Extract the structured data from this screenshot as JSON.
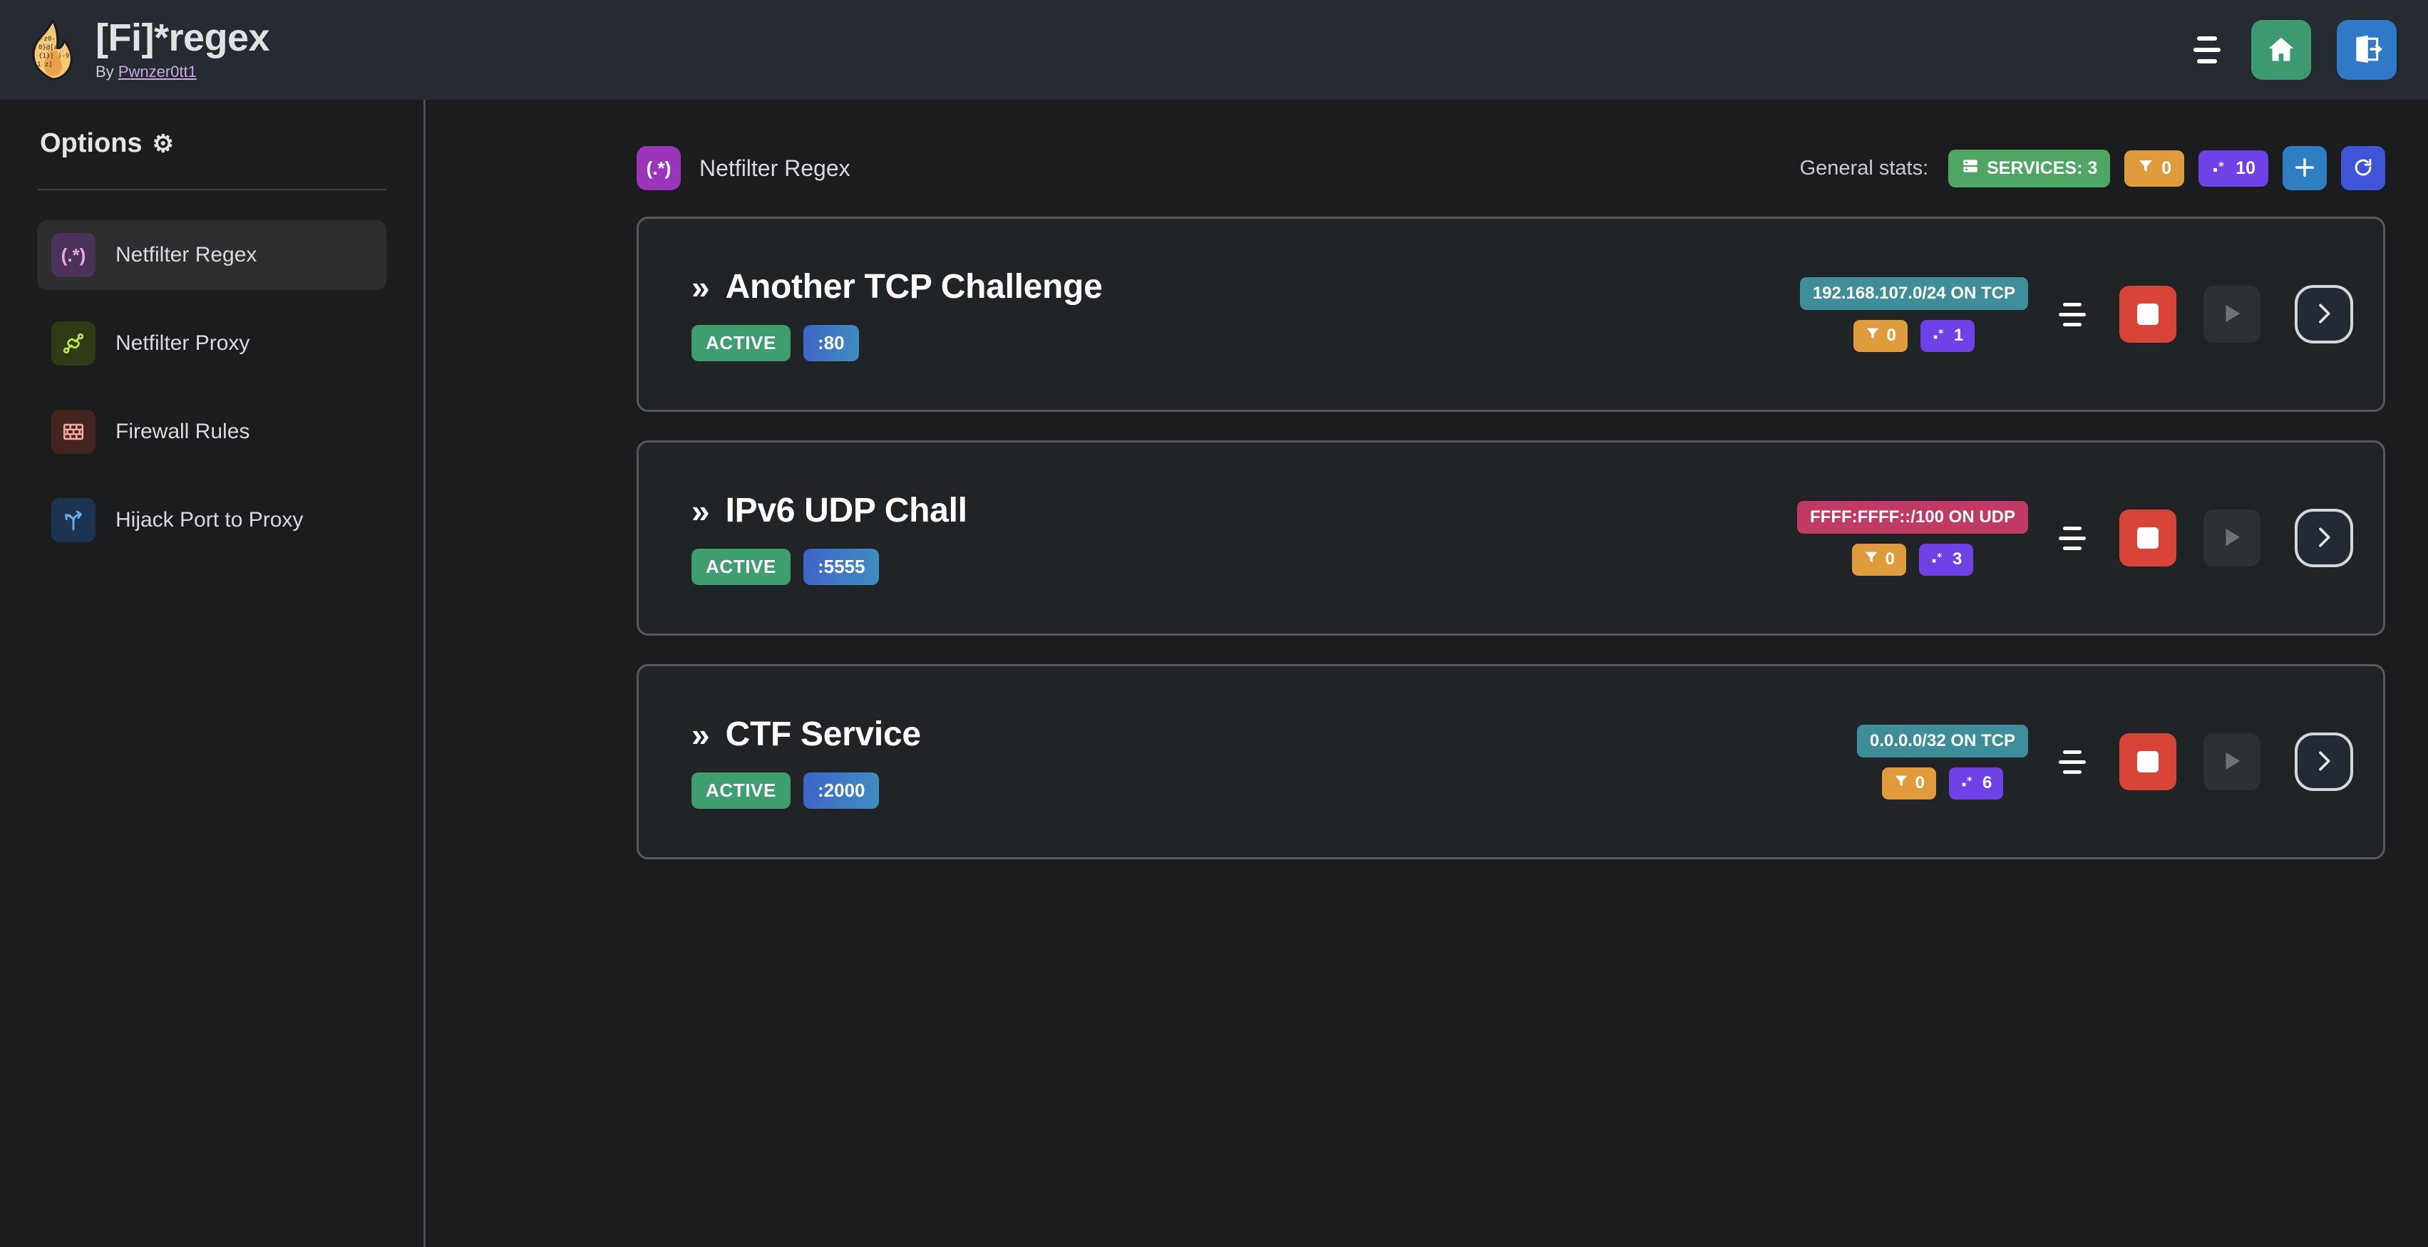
{
  "header": {
    "title": "[Fi]*regex",
    "by_prefix": "By ",
    "author": "Pwnzer0tt1",
    "menu_icon": "hamburger-icon",
    "home_icon": "home-icon",
    "logout_icon": "logout-icon"
  },
  "sidebar": {
    "heading": "Options",
    "gear_icon": "gear-icon",
    "items": [
      {
        "label": "Netfilter Regex",
        "icon": "regex-icon",
        "glyph": "(.*)",
        "active": true
      },
      {
        "label": "Netfilter Proxy",
        "icon": "plug-icon",
        "glyph": "",
        "active": false
      },
      {
        "label": "Firewall Rules",
        "icon": "brick-wall-icon",
        "glyph": "",
        "active": false
      },
      {
        "label": "Hijack Port to Proxy",
        "icon": "route-icon",
        "glyph": "",
        "active": false
      }
    ]
  },
  "main": {
    "page_icon": "regex-icon",
    "page_icon_glyph": "(.*)",
    "page_title": "Netfilter Regex",
    "stats_label": "General stats:",
    "stats": {
      "services_label": "SERVICES: 3",
      "services_icon": "server-icon",
      "filter_icon": "funnel-icon",
      "filter_count": "0",
      "regex_icon": "regex-dot-star-icon",
      "regex_count": "10"
    },
    "add_icon": "plus-icon",
    "refresh_icon": "refresh-icon"
  },
  "services": [
    {
      "name": "Another TCP Challenge",
      "chevron": "»",
      "status": "ACTIVE",
      "port": ":80",
      "network": "192.168.107.0/24 ON TCP",
      "network_proto": "tcp",
      "filter_count": "0",
      "regex_count": "1",
      "menu_icon": "card-menu-icon",
      "stop_icon": "stop-icon",
      "play_icon": "play-icon",
      "detail_icon": "chevron-right-icon"
    },
    {
      "name": "IPv6 UDP Chall",
      "chevron": "»",
      "status": "ACTIVE",
      "port": ":5555",
      "network": "FFFF:FFFF::/100 ON UDP",
      "network_proto": "udp",
      "filter_count": "0",
      "regex_count": "3",
      "menu_icon": "card-menu-icon",
      "stop_icon": "stop-icon",
      "play_icon": "play-icon",
      "detail_icon": "chevron-right-icon"
    },
    {
      "name": "CTF Service",
      "chevron": "»",
      "status": "ACTIVE",
      "port": ":2000",
      "network": "0.0.0.0/32 ON TCP",
      "network_proto": "tcp",
      "filter_count": "0",
      "regex_count": "6",
      "menu_icon": "card-menu-icon",
      "stop_icon": "stop-icon",
      "play_icon": "play-icon",
      "detail_icon": "chevron-right-icon"
    }
  ],
  "colors": {
    "topbar_bg": "#262b31",
    "page_bg": "#1a1c1e",
    "card_bg": "#212427",
    "card_border": "#55595d",
    "accent_green": "#4fa663",
    "accent_orange": "#e09b3d",
    "accent_purple": "#6f42e8",
    "accent_teal": "#3d8e99",
    "accent_crimson": "#c03a63",
    "accent_red": "#d84437",
    "accent_blue": "#2f7ec4",
    "accent_indigo": "#4054d8"
  }
}
